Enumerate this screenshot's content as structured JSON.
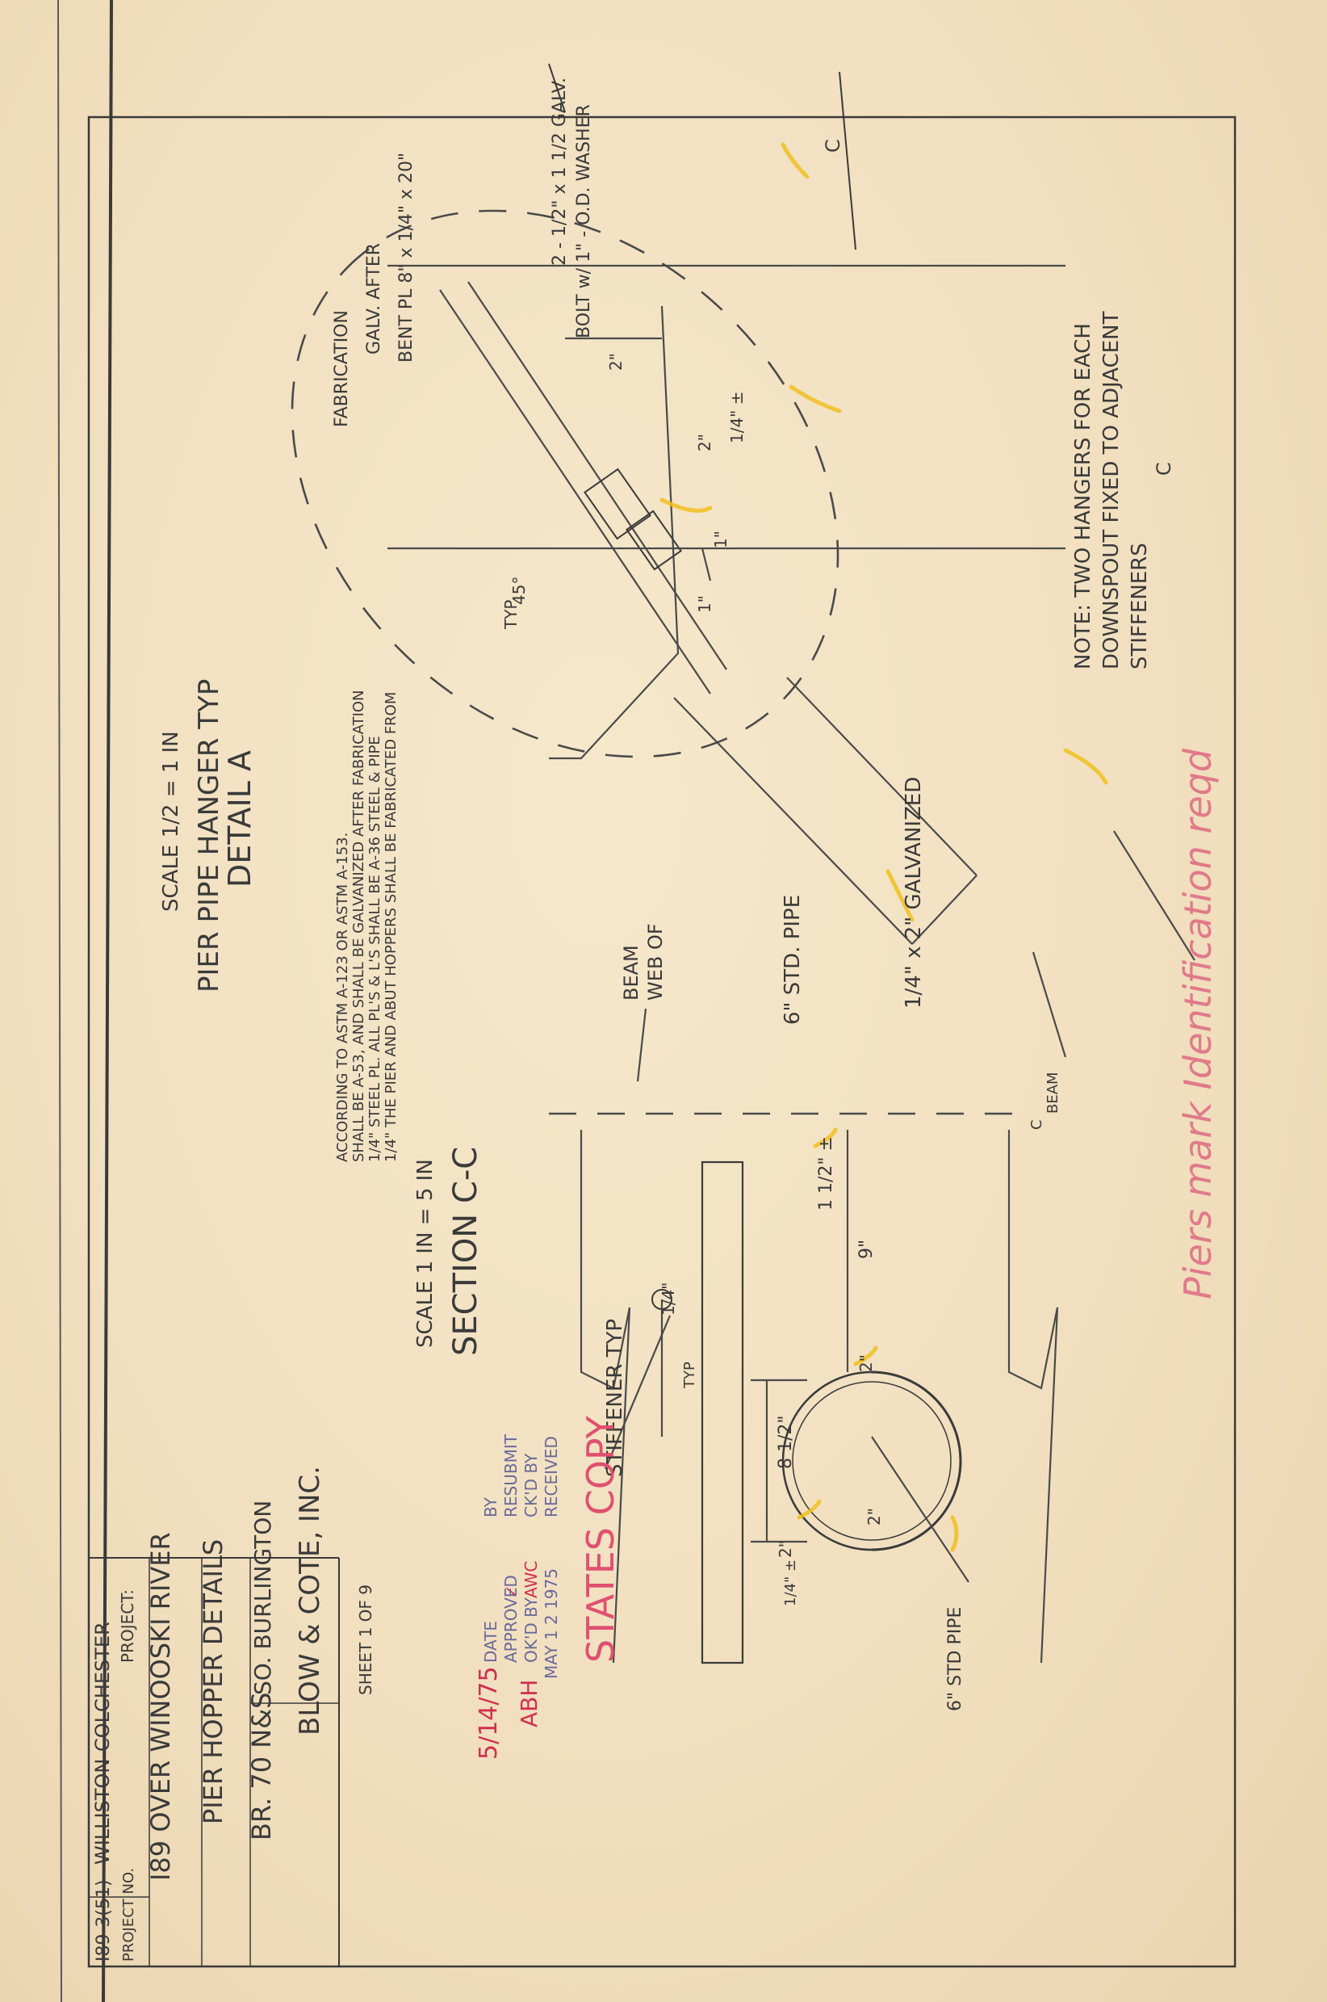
{
  "note": {
    "line1": "NOTE: TWO HANGERS FOR EACH",
    "line2": "DOWNSPOUT FIXED TO ADJACENT",
    "line3": "STIFFENERS"
  },
  "red_annotation": "Piers mark Identification reqd",
  "detail_a": {
    "title": "DETAIL A",
    "subtitle": "PIER PIPE HANGER TYP",
    "scale": "SCALE 1/2 = 1 IN",
    "callout_bolt_1": "2 - 1/2\" x 1 1/2 GALV.",
    "callout_bolt_2": "BOLT w/ 1\" - O.D. WASHER",
    "callout_bent_1": "BENT PL 8\" x 1/4\" x 20\"",
    "callout_bent_2": "GALV. AFTER",
    "callout_bent_3": "FABRICATION",
    "callout_galvanized": "1/4\" x 2\" GALVANIZED",
    "callout_pipe": "6\" STD. PIPE",
    "dim_2a": "2\"",
    "dim_2b": "2\"",
    "dim_quarter": "1/4\" ±",
    "dim_1a": "1\"",
    "dim_1b": "1\"",
    "angle": "45°",
    "angle_typ": "TYP",
    "cl_1": "C",
    "cl_2": "C"
  },
  "section_cc": {
    "title": "SECTION C-C",
    "scale": "SCALE 1 IN = 5 IN",
    "web_1": "WEB OF",
    "web_2": "BEAM",
    "beam_cl_1": "BEAM",
    "beam_cl_2": "C",
    "dim_9": "9\"",
    "dim_1_half": "1 1/2\" ±",
    "dim_2a": "2\"",
    "dim_2b": "2\"",
    "dim_2c": "2\"",
    "dim_8_half": "8 1/2\"",
    "dim_quarter": "1/4\" ±",
    "weld": "1/4\"",
    "weld_typ": "TYP",
    "stiffener": "STIFFENER TYP",
    "pipe": "6\" STD PIPE"
  },
  "spec_note": {
    "line1": "1/4\" THE PIER AND ABUT HOPPERS SHALL BE FABRICATED FROM",
    "line2": "1/4\" STEEL PL. ALL PL'S & L'S SHALL BE A-36 STEEL & PIPE",
    "line3": "SHALL BE A-53, AND SHALL BE GALVANIZED AFTER FABRICATION",
    "line4": "ACCORDING TO ASTM A-123 OR ASTM A-153."
  },
  "stamp": {
    "received": "RECEIVED",
    "received_date": "MAY 1 2 1975",
    "ckd_by": "CK'D BY",
    "ckd_initials": "AWC",
    "okd_by": "OK'D BY",
    "okd_initials": "ABH",
    "resubmit": "RESUBMIT",
    "resubmit_mark": "✓",
    "approved": "APPROVED",
    "by": "BY",
    "date": "DATE",
    "date_value": "5/14/75"
  },
  "states_copy": "STATES COPY",
  "title_block": {
    "sheet": "SHEET 1 OF 9",
    "company": "BLOW & COTE, INC.",
    "location": "SO. BURLINGTON",
    "bridge": "BR. 70 N&S",
    "drawing": "PIER HOPPER DETAILS",
    "route": "I89 OVER WINOOSKI RIVER",
    "project_label": "PROJECT:",
    "project_no_label": "PROJECT NO.",
    "project": "WILLISTON-COLCHESTER",
    "project_no": "I89-3(51)"
  }
}
